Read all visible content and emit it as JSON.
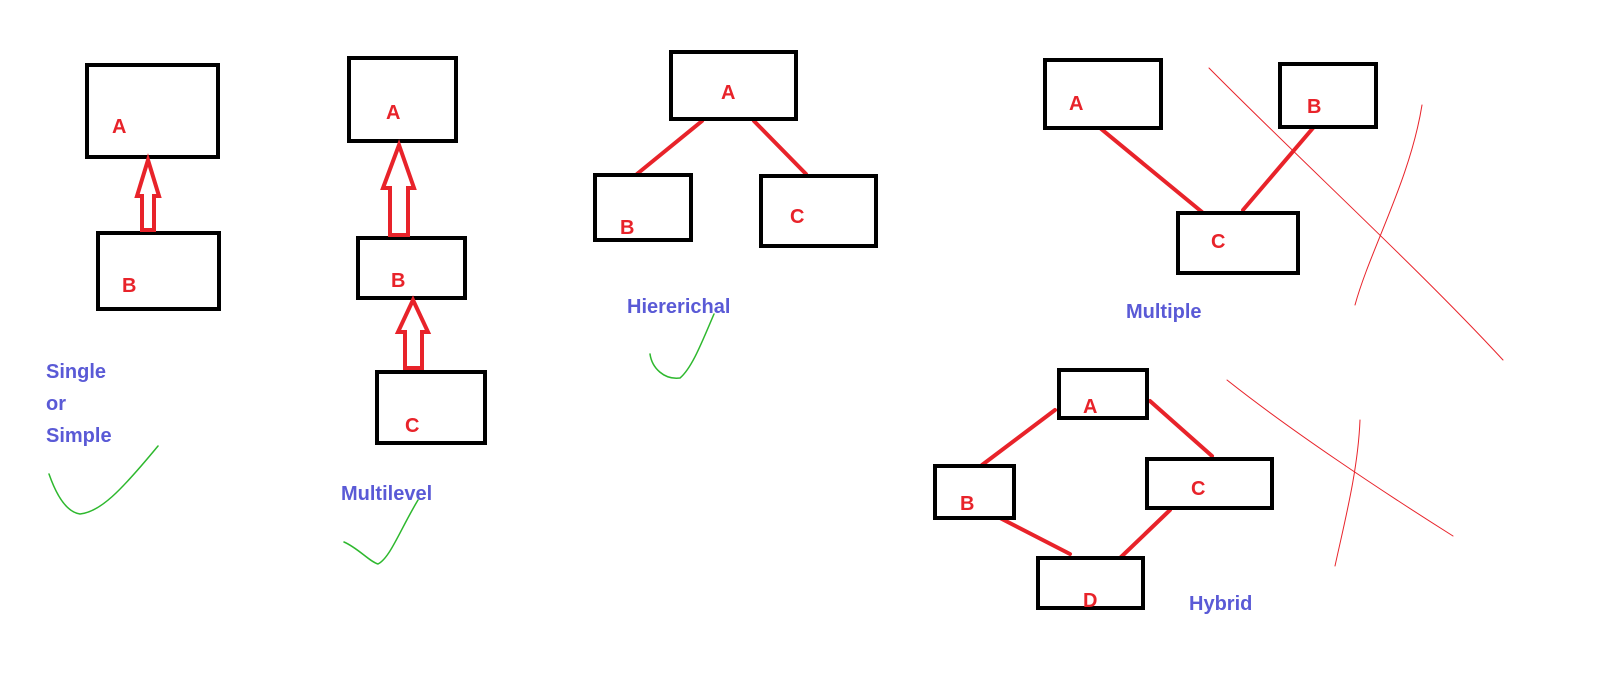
{
  "colors": {
    "node_label": "#e8232a",
    "connector": "#e8232a",
    "caption": "#5a5ad6",
    "tick": "#2eb82e",
    "cross": "#e8232a",
    "box_stroke": "#000000"
  },
  "diagrams": {
    "single": {
      "caption_lines": [
        "Single",
        "or",
        "Simple"
      ],
      "nodes": {
        "a": "A",
        "b": "B"
      },
      "status": "check-mark"
    },
    "multilevel": {
      "caption": "Multilevel",
      "nodes": {
        "a": "A",
        "b": "B",
        "c": "C"
      },
      "status": "check-mark"
    },
    "hierarchical": {
      "caption": "Hiererichal",
      "nodes": {
        "a": "A",
        "b": "B",
        "c": "C"
      },
      "status": "check-mark"
    },
    "multiple": {
      "caption": "Multiple",
      "nodes": {
        "a": "A",
        "b": "B",
        "c": "C"
      },
      "status": "cross-mark"
    },
    "hybrid": {
      "caption": "Hybrid",
      "nodes": {
        "a": "A",
        "b": "B",
        "c": "C",
        "d": "D"
      },
      "status": "cross-mark"
    }
  }
}
